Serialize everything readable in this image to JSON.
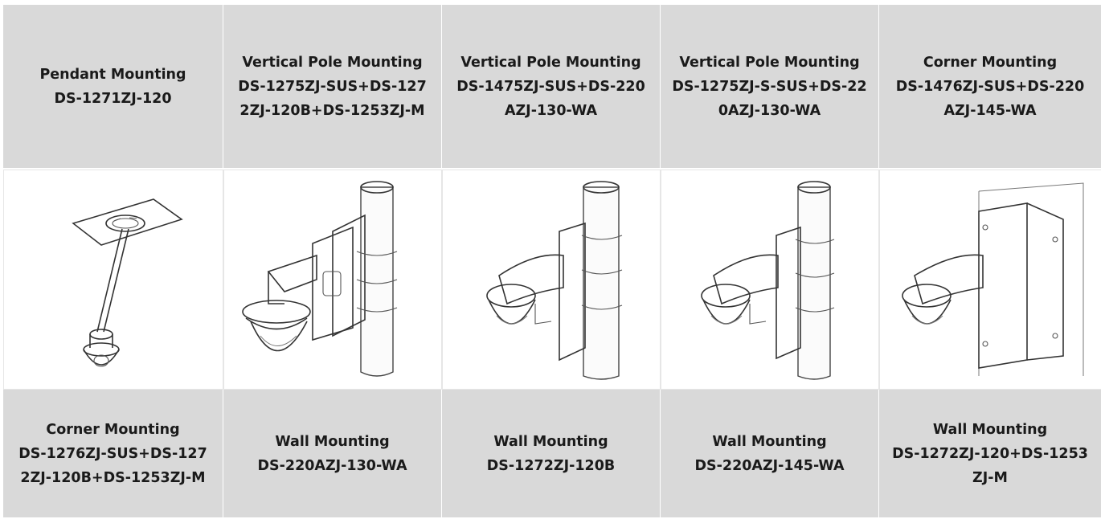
{
  "row1": [
    {
      "title": "Pendant Mounting",
      "model": "DS-1271ZJ-120"
    },
    {
      "title": "Vertical Pole Mounting",
      "model": "DS-1275ZJ-SUS+DS-1272ZJ-120B+DS-1253ZJ-M"
    },
    {
      "title": "Vertical Pole Mounting",
      "model": "DS-1475ZJ-SUS+DS-220AZJ-130-WA"
    },
    {
      "title": "Vertical Pole Mounting",
      "model": "DS-1275ZJ-S-SUS+DS-220AZJ-130-WA"
    },
    {
      "title": "Corner Mounting",
      "model": "DS-1476ZJ-SUS+DS-220AZJ-145-WA"
    }
  ],
  "row2_icons": [
    "pendant-mount-drawing-icon",
    "pole-mount-junction-box-drawing-icon",
    "pole-mount-bracket-drawing-icon",
    "pole-mount-bracket-drawing-icon",
    "corner-mount-bracket-drawing-icon"
  ],
  "row3": [
    {
      "title": "Corner Mounting",
      "model": "DS-1276ZJ-SUS+DS-1272ZJ-120B+DS-1253ZJ-M"
    },
    {
      "title": "Wall Mounting",
      "model": "DS-220AZJ-130-WA"
    },
    {
      "title": "Wall Mounting",
      "model": "DS-1272ZJ-120B"
    },
    {
      "title": "Wall Mounting",
      "model": "DS-220AZJ-145-WA"
    },
    {
      "title": "Wall Mounting",
      "model": "DS-1272ZJ-120+DS-1253ZJ-M"
    }
  ],
  "colors": {
    "header_bg": "#d9d9d9",
    "text": "#1a1a1a",
    "line_art": "#333333"
  }
}
